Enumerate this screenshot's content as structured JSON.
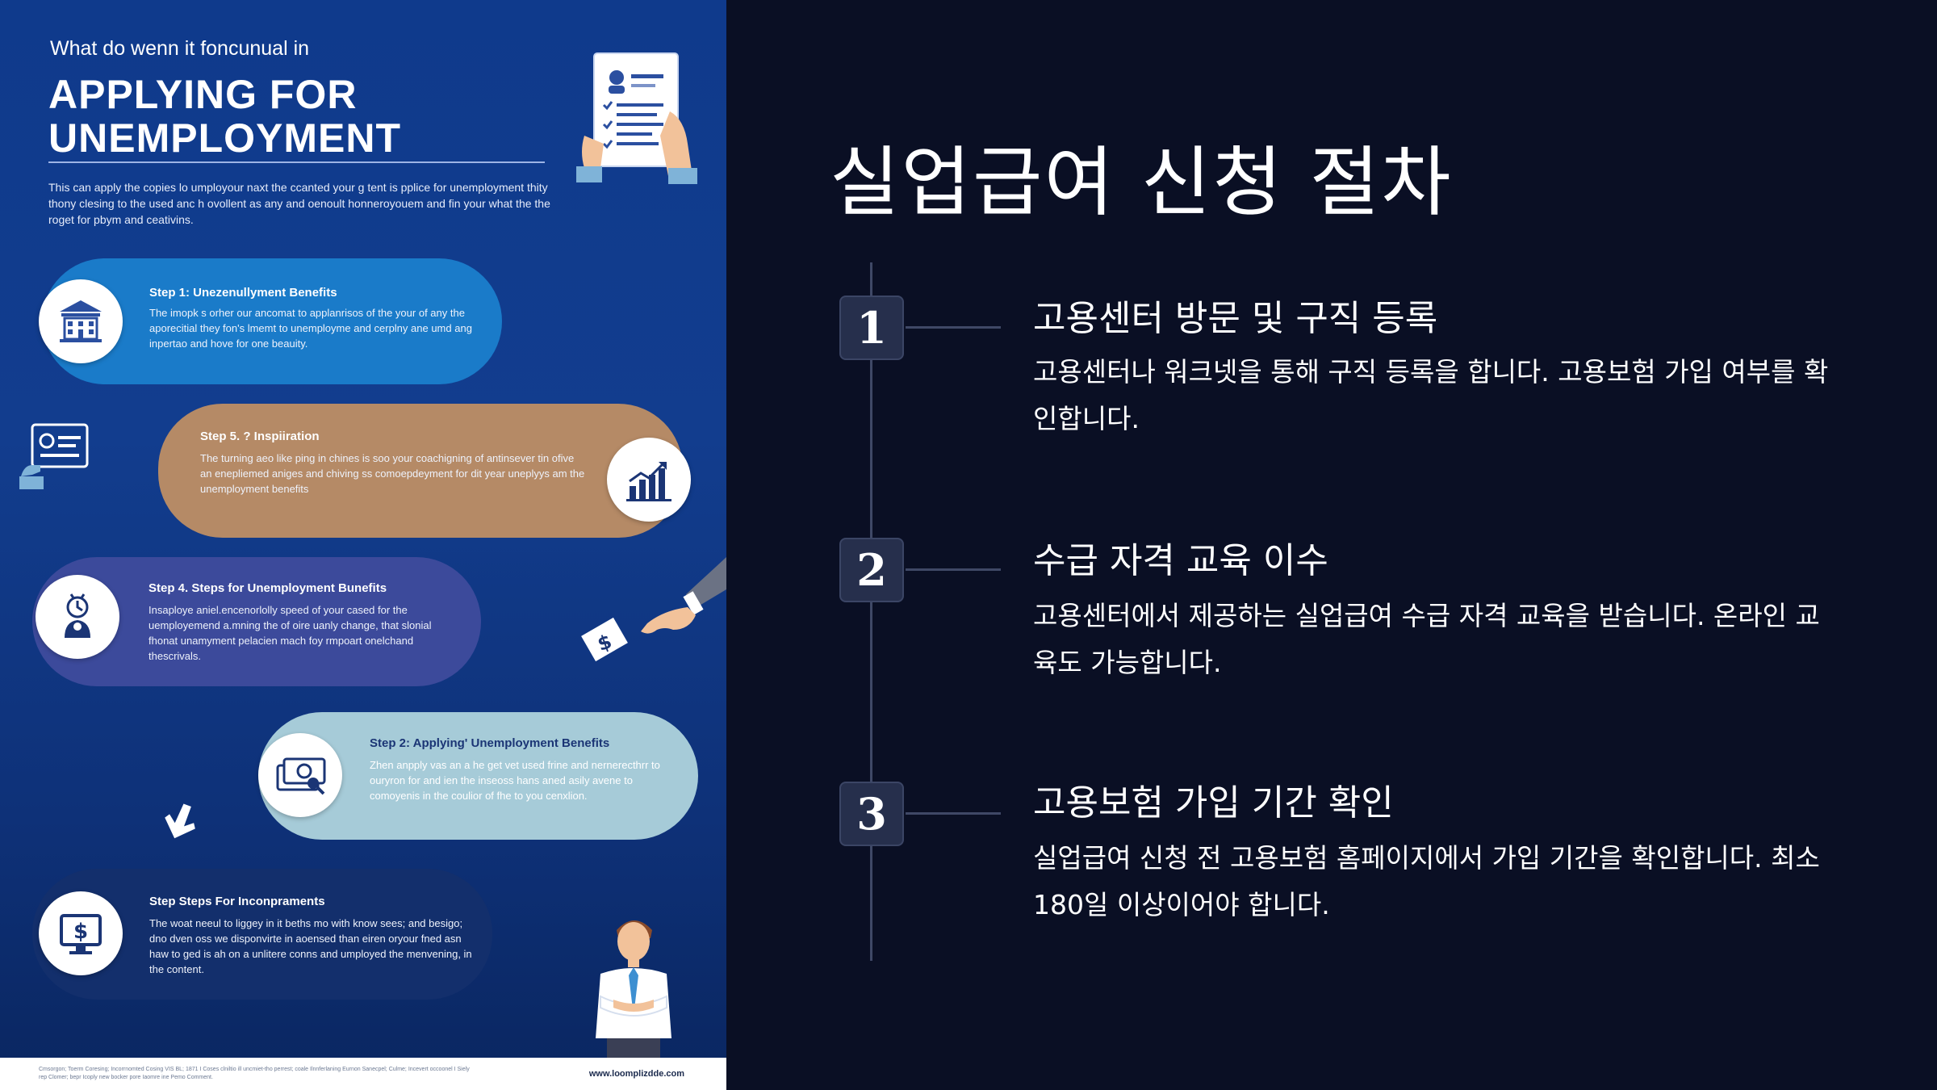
{
  "infographic": {
    "kicker": "What do wenn it foncunual in",
    "title_line1": "APPLYING FOR",
    "title_line2": "UNEMPLOYMENT",
    "intro": "This can apply the copies lo umployour naxt the ccanted your g tent is pplice for unemployment thity thony clesing to the used anc h ovollent as any and oenoult honneroyouem and fin your what the the roget for pbym and ceativins.",
    "steps": [
      {
        "title": "Step 1: Unezenullyment Benefits",
        "body": "The imopk s orher our ancomat to applanrisos of the your of any the aporecitial they fon's lmemt to unemployme and cerplny ane umd ang inpertao and hove for one beauity.",
        "icon": "bank-icon",
        "color": "#1a7bc9"
      },
      {
        "title": "Step 5. ? Inspiiration",
        "body": "The turning aeo like ping in chines is soo your coachigning of antinsever tin ofive an enepliemed aniges and chiving ss comoepdeyment for dit year uneplyys am the unemployment benefits",
        "icon": "chart-icon",
        "color": "#b58a66"
      },
      {
        "title": "Step 4. Steps for Unemployment Bunefits",
        "body": "Insaploye aniel.encenorlolly speed of your cased for the uemployemend a.mning the of oire uanly change, that slonial fhonat unamyment pelacien mach foy rmpoart onelchand thescrivals.",
        "icon": "worker-icon",
        "color": "#3c4a9b"
      },
      {
        "title": "Step 2: Applying' Unemployment Benefits",
        "body": "Zhen anpply vas an a he get vet used frine and nernerecthrr to ouryron for and ien the inseoss hans aned asily avene to comoyenis in the coulior of fhe to you cenxlion.",
        "icon": "money-icon",
        "color": "#a6cbd8"
      },
      {
        "title": "Step Steps For Inconpraments",
        "body": "The woat neeul to liggey in it beths mo with know sees; and besigo; dno dven oss we disponvirte in aoensed than eiren oryour fned asn haw to ged is ah on a unlitere conns and umployed the menvening, in the content.",
        "icon": "dollar-monitor-icon",
        "color": "#132f6c"
      }
    ],
    "footer_text": "Cmsorgon; Toerm Coresing; Incorrnomted Cosing VIS BL; 1871 I Coses clniltio ill uncmiet-tho perrest; coale Ilnnferlaning Eurnon Sanecpel; Culme; Incevert occoonel I Siely rep Clomer; bepr Icoply new bocker pore Iaomre ine Pemo Comment.",
    "footer_url": "www.loomplizdde.com"
  },
  "slide": {
    "title": "실업급여 신청 절차",
    "steps": [
      {
        "number": "1",
        "heading": "고용센터 방문 및 구직 등록",
        "text": "고용센터나 워크넷을 통해 구직 등록을 합니다. 고용보험 가입 여부를 확인합니다."
      },
      {
        "number": "2",
        "heading": "수급 자격 교육 이수",
        "text": "고용센터에서 제공하는 실업급여 수급 자격 교육을 받습니다. 온라인 교육도 가능합니다."
      },
      {
        "number": "3",
        "heading": "고용보험 가입 기간 확인",
        "text": "실업급여 신청 전 고용보험 홈페이지에서 가입 기간을 확인합니다. 최소 180일 이상이어야 합니다."
      }
    ]
  },
  "colors": {
    "slide_bg": "#0a0f24",
    "badge_bg": "#262f4c",
    "timeline": "#3f4866",
    "infographic_bg": "#0f3a8c"
  }
}
